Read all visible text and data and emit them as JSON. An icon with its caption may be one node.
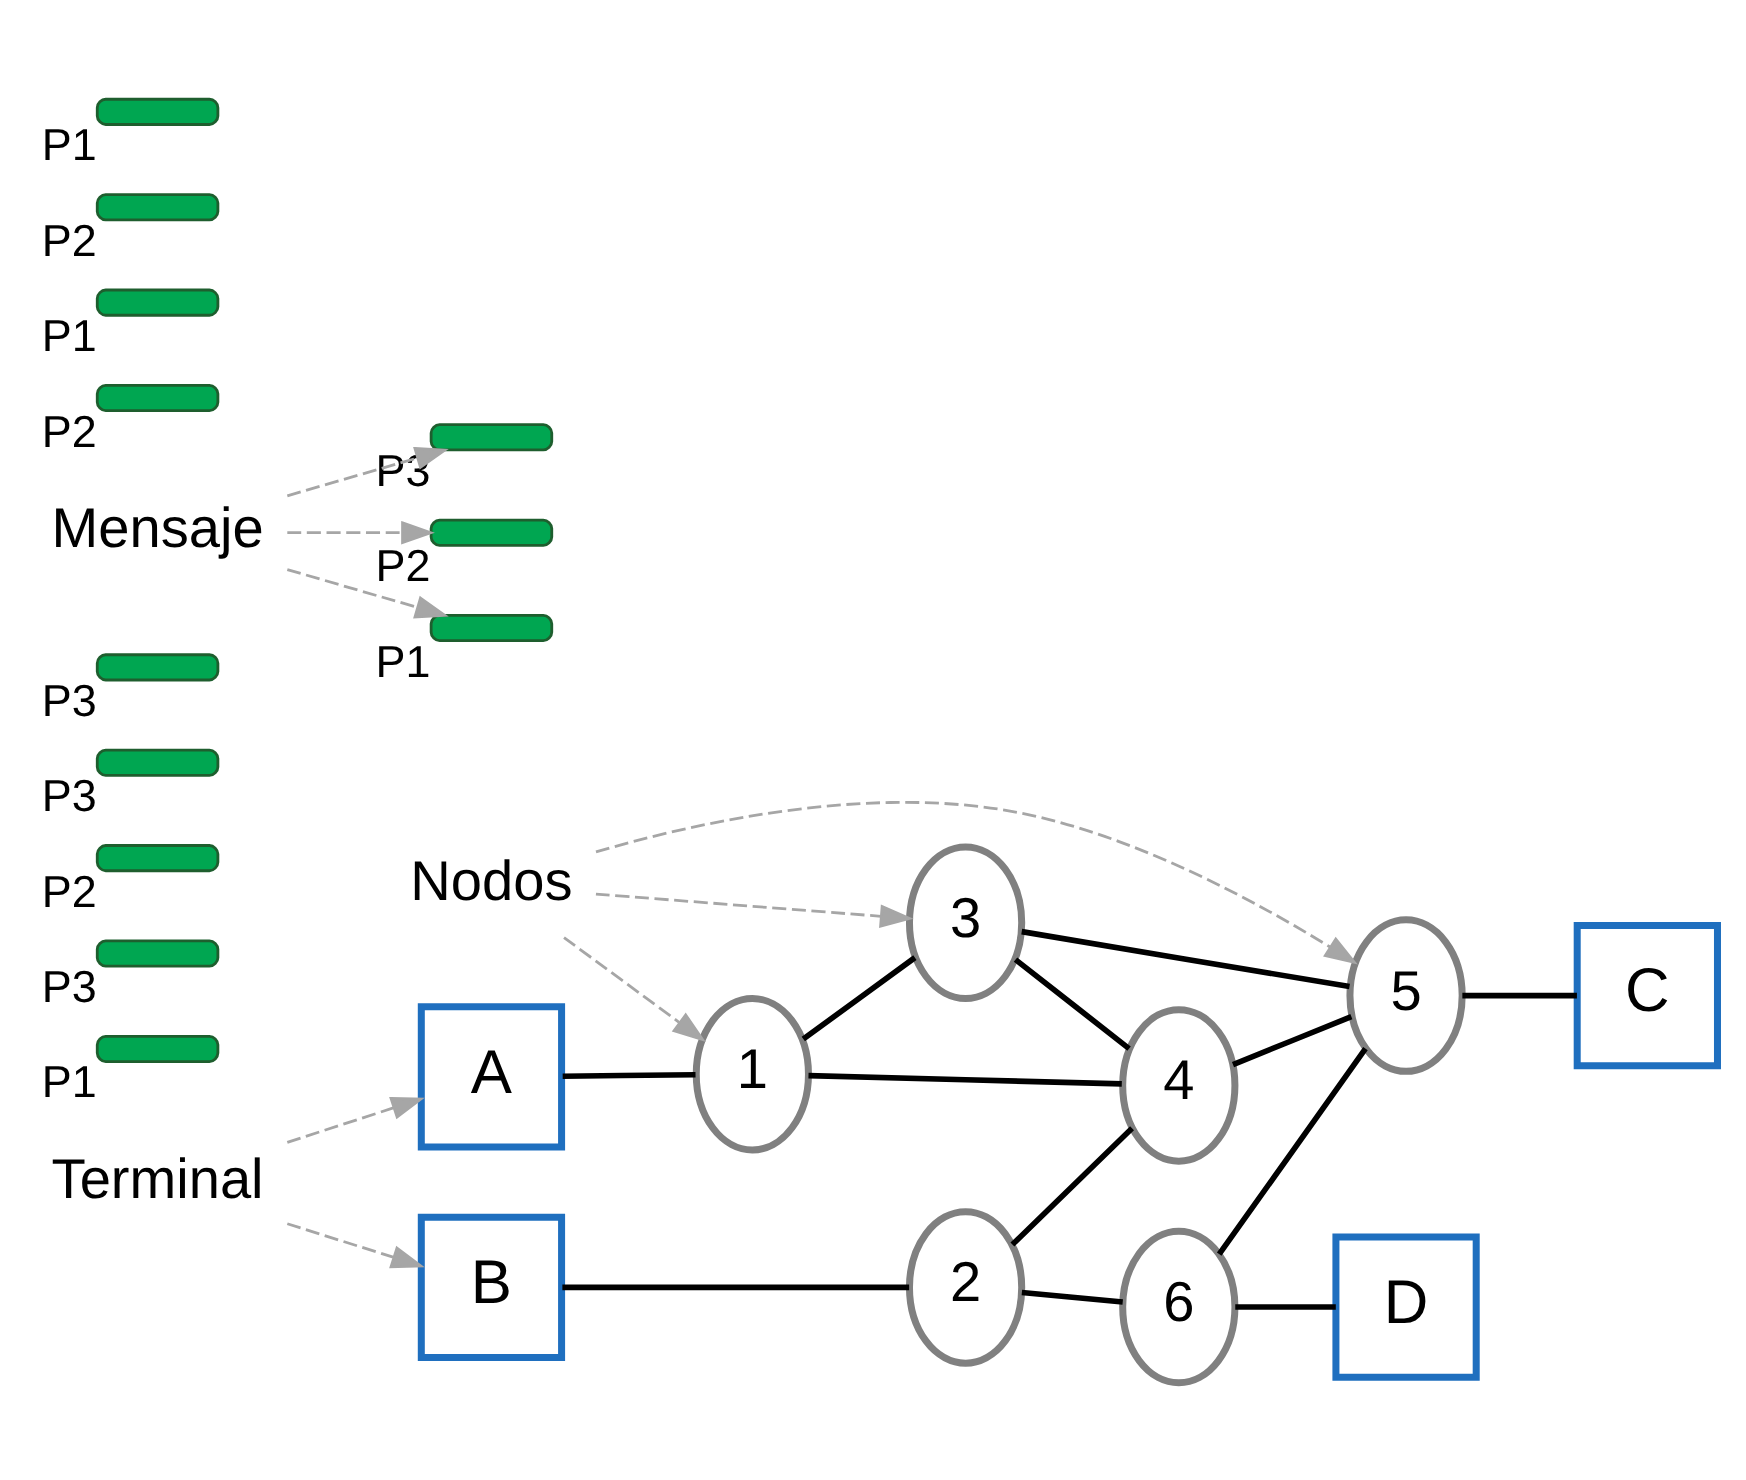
{
  "diagram": {
    "nodes": [
      {
        "text": [
          "C"
        ]
      },
      {
        "text": [
          "Nodos"
        ]
      },
      {
        "text": [],
        "shape": "bar",
        "beside": [
          "P1"
        ]
      },
      {
        "text": [],
        "shape": "bar",
        "beside": [
          "P3"
        ]
      },
      {
        "text": [],
        "shape": "bar",
        "beside": [
          "P2"
        ]
      },
      {
        "text": [],
        "shape": "bar",
        "beside": [
          "P3"
        ]
      },
      {
        "text": [
          "3"
        ]
      },
      {
        "text": [
          "A"
        ]
      },
      {
        "text": [
          "1"
        ]
      },
      {
        "text": [],
        "shape": "bar",
        "beside": [
          "P3"
        ]
      },
      {
        "text": [],
        "shape": "bar",
        "beside": [
          "P3"
        ]
      },
      {
        "text": [],
        "shape": "bar",
        "beside": [
          "P2"
        ]
      },
      {
        "text": [],
        "shape": "bar",
        "beside": [
          "P1"
        ]
      },
      {
        "text": [
          "5"
        ]
      },
      {
        "text": [
          "Mensaje"
        ]
      },
      {
        "text": [],
        "shape": "bar",
        "beside": [
          "P2"
        ]
      },
      {
        "text": [],
        "shape": "bar",
        "beside": [
          "P1"
        ]
      },
      {
        "text": [
          "4"
        ]
      },
      {
        "text": [],
        "shape": "bar",
        "beside": [
          "P2"
        ]
      },
      {
        "text": [],
        "shape": "bar",
        "beside": [
          "P1"
        ]
      },
      {
        "text": [
          "Terminal"
        ]
      },
      {
        "text": [
          "B"
        ]
      },
      {
        "text": [
          "2"
        ]
      },
      {
        "text": [
          "6"
        ]
      },
      {
        "text": [
          "D"
        ]
      }
    ],
    "edges": [
      {
        "from": 7,
        "to": 8,
        "arrow": "none"
      },
      {
        "from": 8,
        "to": 6,
        "arrow": "none"
      },
      {
        "from": 8,
        "to": 17,
        "arrow": "none"
      },
      {
        "from": 6,
        "to": 17,
        "arrow": "none"
      },
      {
        "from": 6,
        "to": 13,
        "arrow": "none"
      },
      {
        "from": 17,
        "to": 13,
        "arrow": "none"
      },
      {
        "from": 13,
        "to": 0,
        "arrow": "none"
      },
      {
        "from": 22,
        "to": 17,
        "arrow": "none"
      },
      {
        "from": 21,
        "to": 22,
        "arrow": "none"
      },
      {
        "from": 22,
        "to": 23,
        "arrow": "none"
      },
      {
        "from": 23,
        "to": 13,
        "arrow": "none"
      },
      {
        "from": 23,
        "to": 24,
        "arrow": "none"
      },
      {
        "from": 1,
        "to": 8,
        "arrow": "to",
        "style": "dashed",
        "color": "#a6a6a6"
      },
      {
        "from": 1,
        "to": 6,
        "arrow": "to",
        "style": "dashed",
        "color": "#a6a6a6"
      },
      {
        "from": 1,
        "to": 13,
        "arrow": "to",
        "style": "dashed",
        "color": "#a6a6a6"
      },
      {
        "from": 14,
        "to": 10,
        "arrow": "to",
        "style": "dashed",
        "color": "#a6a6a6"
      },
      {
        "from": 14,
        "to": 11,
        "arrow": "to",
        "style": "dashed",
        "color": "#a6a6a6"
      },
      {
        "from": 14,
        "to": 12,
        "arrow": "to",
        "style": "dashed",
        "color": "#a6a6a6"
      },
      {
        "from": 20,
        "to": 7,
        "arrow": "to",
        "style": "dashed",
        "color": "#a6a6a6"
      },
      {
        "from": 20,
        "to": 21,
        "arrow": "to",
        "style": "dashed",
        "color": "#a6a6a6"
      }
    ]
  }
}
